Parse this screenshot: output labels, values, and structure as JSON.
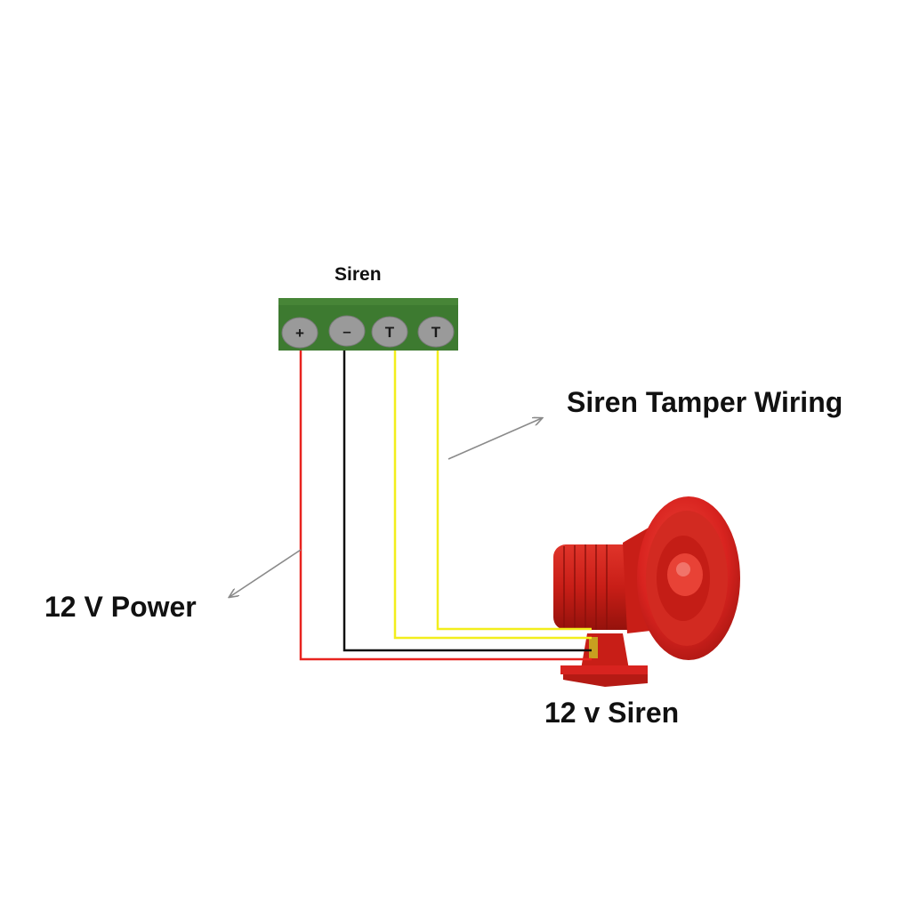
{
  "diagram": {
    "title": "Siren",
    "terminal_block": {
      "color": "#3d7a30",
      "terminals": [
        {
          "label": "+",
          "wire_color": "#e8231f"
        },
        {
          "label": "–",
          "wire_color": "#111111"
        },
        {
          "label": "T",
          "wire_color": "#f2ee1c"
        },
        {
          "label": "T",
          "wire_color": "#f2ee1c"
        }
      ]
    },
    "labels": {
      "tamper": "Siren Tamper Wiring",
      "power": "12 V Power",
      "siren": "12 v Siren"
    },
    "siren_color": "#d8231f",
    "arrow_color": "#8a8a8a"
  }
}
